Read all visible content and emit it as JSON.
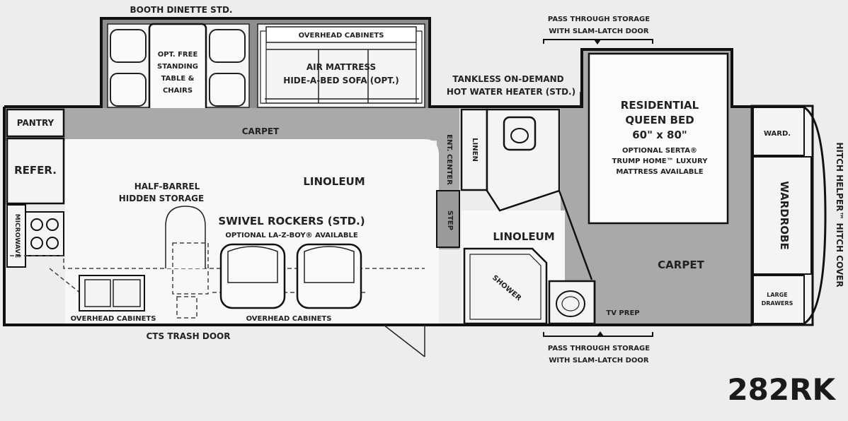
{
  "model": "282RK",
  "labels": {
    "booth_dinette": "BOOTH DINETTE STD.",
    "table_l1": "OPT. FREE",
    "table_l2": "STANDING",
    "table_l3": "TABLE &",
    "table_l4": "CHAIRS",
    "overhead_top": "OVERHEAD CABINETS",
    "sofa_l1": "AIR MATTRESS",
    "sofa_l2": "HIDE-A-BED SOFA (OPT.)",
    "pass_top_l1": "PASS THROUGH STORAGE",
    "pass_top_l2": "WITH SLAM-LATCH DOOR",
    "tankless_l1": "TANKLESS ON-DEMAND",
    "tankless_l2": "HOT WATER HEATER (STD.)",
    "pantry": "PANTRY",
    "carpet_top": "CARPET",
    "ent_center": "ENT. CENTER",
    "linen": "LINEN",
    "refer": "REFER.",
    "half_barrel_l1": "HALF-BARREL",
    "half_barrel_l2": "HIDDEN STORAGE",
    "linoleum_main": "LINOLEUM",
    "swivel_l1": "SWIVEL ROCKERS (STD.)",
    "swivel_l2": "OPTIONAL LA-Z-BOY® AVAILABLE",
    "microwave": "MICROWAVE",
    "step": "STEP",
    "linoleum_bath": "LINOLEUM",
    "shower": "SHOWER",
    "bed_l1": "RESIDENTIAL",
    "bed_l2": "QUEEN BED",
    "bed_l3": "60\" x 80\"",
    "bed_l4": "OPTIONAL SERTA®",
    "bed_l5": "TRUMP HOME™ LUXURY",
    "bed_l6": "MATTRESS AVAILABLE",
    "ward_small": "WARD.",
    "wardrobe": "WARDROBE",
    "large_drawers_l1": "LARGE",
    "large_drawers_l2": "DRAWERS",
    "carpet_bed": "CARPET",
    "tv_prep": "TV PREP",
    "overhead_left": "OVERHEAD CABINETS",
    "overhead_mid": "OVERHEAD CABINETS",
    "cts_trash": "CTS TRASH DOOR",
    "pass_bot_l1": "PASS THROUGH STORAGE",
    "pass_bot_l2": "WITH SLAM-LATCH DOOR",
    "hitch": "HITCH HELPER™ HITCH COVER"
  }
}
